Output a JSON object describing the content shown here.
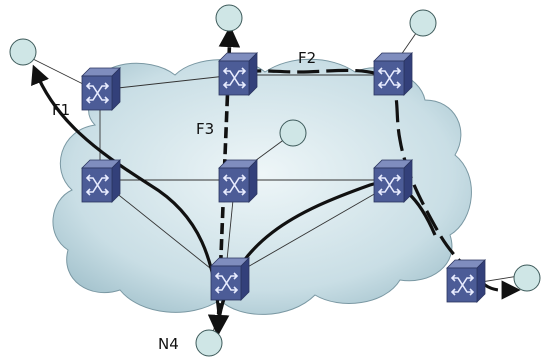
{
  "labels": {
    "flow1": "F1",
    "flow2": "F2",
    "flow3": "F3",
    "node4": "N4"
  },
  "colors": {
    "cloud": "#c8dde4",
    "switch": "#4c5c97",
    "host": "#cfe6e6",
    "flow": "#111111"
  }
}
